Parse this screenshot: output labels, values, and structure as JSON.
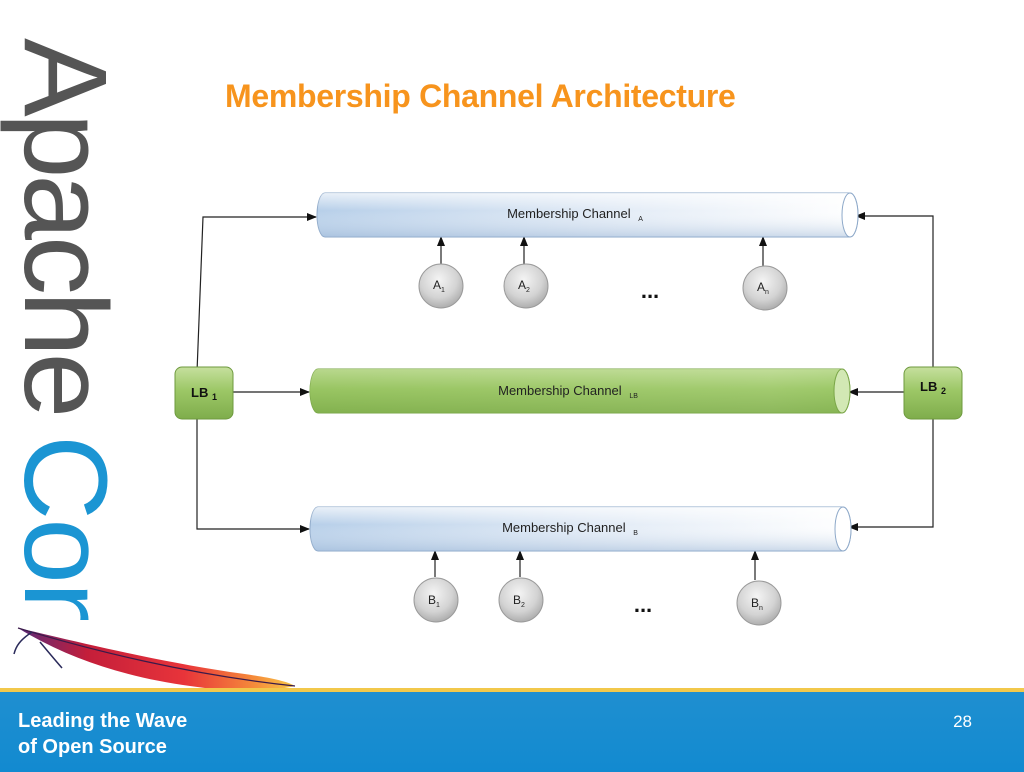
{
  "logo": {
    "word1": "Apache",
    "word2": "Con",
    "color1": "#555555",
    "color2": "#1b95d3"
  },
  "slide": {
    "title": "Membership Channel Architecture",
    "page_number": "28"
  },
  "footer": {
    "line1": "Leading the Wave",
    "line2": "of Open Source"
  },
  "diagram": {
    "channels": {
      "a": {
        "label": "Membership Channel",
        "sub": "A"
      },
      "lb": {
        "label": "Membership Channel",
        "sub": "LB"
      },
      "b": {
        "label": "Membership Channel",
        "sub": "B"
      }
    },
    "load_balancers": {
      "lb1": {
        "label": "LB",
        "sub": "1"
      },
      "lb2": {
        "label": "LB",
        "sub": "2"
      }
    },
    "nodes_a": [
      {
        "label": "A",
        "sub": "1"
      },
      {
        "label": "A",
        "sub": "2"
      },
      {
        "label": "A",
        "sub": "n"
      }
    ],
    "nodes_b": [
      {
        "label": "B",
        "sub": "1"
      },
      {
        "label": "B",
        "sub": "2"
      },
      {
        "label": "B",
        "sub": "n"
      }
    ],
    "ellipsis": "..."
  },
  "colors": {
    "title": "#f7941d",
    "footer": "#1b8fd0",
    "green": "#8bbb55",
    "blue": "#c6d9ef"
  }
}
